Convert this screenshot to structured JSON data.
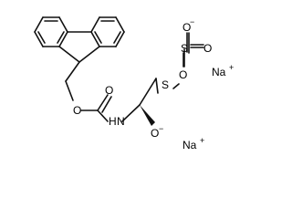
{
  "molecule": {
    "atoms": {
      "o_ester": "O",
      "o_carbonyl": "O",
      "n_amide": "N",
      "h_amide": "H",
      "o_alkoxide": "O",
      "o_alkoxide_charge": "−",
      "s_thio": "S",
      "s_sulfonyl": "S",
      "o_sulfonyl_top": "O",
      "o_sulfonyl_top_charge": "−",
      "o_sulfonyl_right": "O",
      "o_sulfonyl_bottom": "O"
    },
    "counterions": {
      "na1": "Na",
      "na1_charge": "+",
      "na2": "Na",
      "na2_charge": "+"
    }
  },
  "colors": {
    "bond": "#111111",
    "text": "#000000",
    "background": "#ffffff"
  }
}
